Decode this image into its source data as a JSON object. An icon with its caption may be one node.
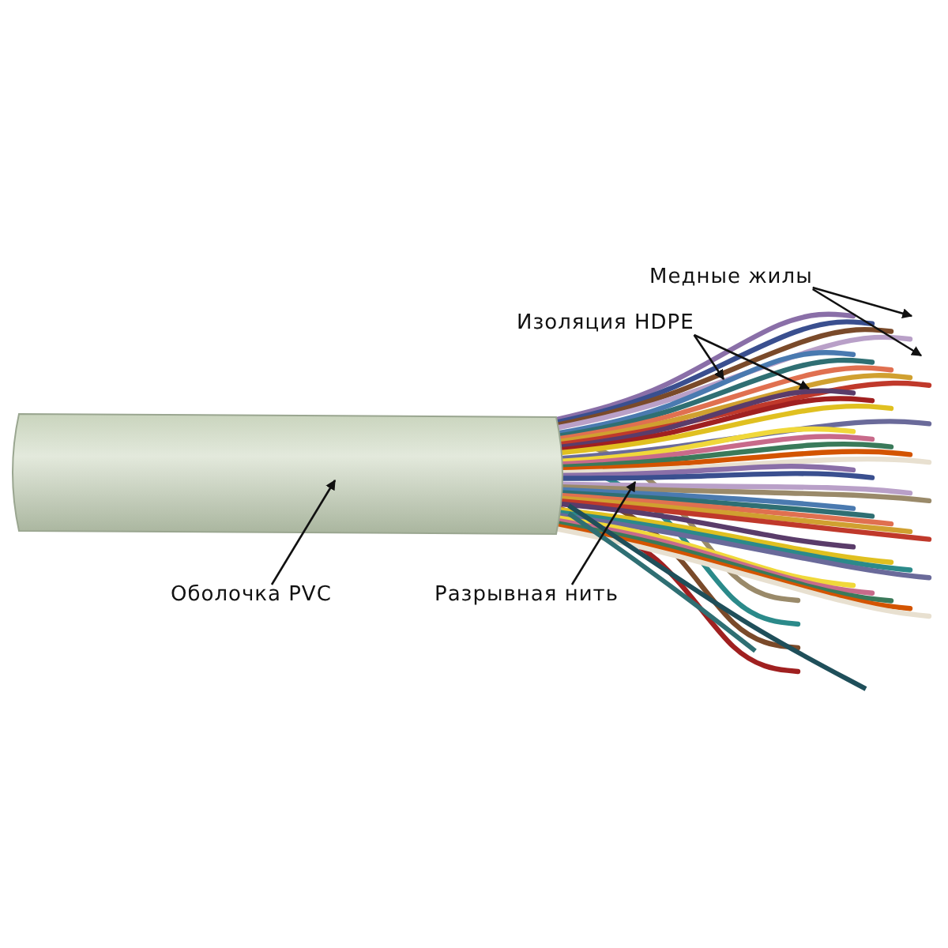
{
  "diagram": {
    "nodes": [
      {
        "text": [
          "Медные жилы"
        ]
      },
      {
        "text": [
          "Изоляция HDPE"
        ]
      },
      {
        "text": [
          "Оболочка PVC"
        ]
      },
      {
        "text": [
          "Разрывная нить"
        ]
      }
    ],
    "edges": [
      {
        "from": 0,
        "to": null,
        "arrow": "to"
      },
      {
        "from": 0,
        "to": null,
        "arrow": "to"
      },
      {
        "from": 1,
        "to": null,
        "arrow": "to"
      },
      {
        "from": 1,
        "to": null,
        "arrow": "to"
      },
      {
        "from": 2,
        "to": null,
        "arrow": "to"
      },
      {
        "from": 3,
        "to": null,
        "arrow": "to"
      }
    ]
  }
}
